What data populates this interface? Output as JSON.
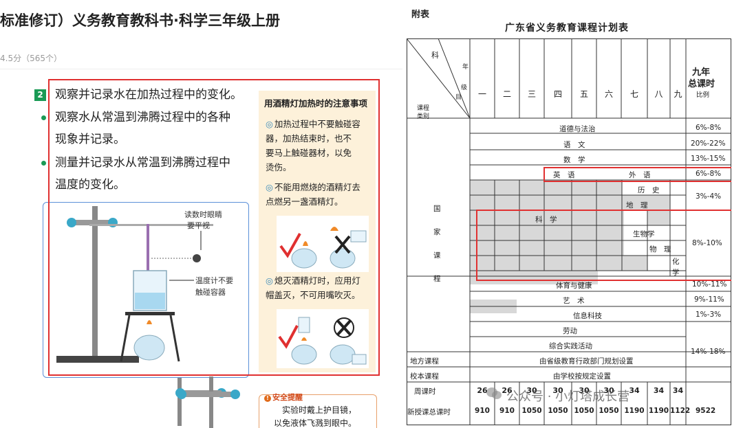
{
  "book": {
    "title": "标准修订）义务教育教科书·科学三年级上册",
    "rating": "4.5分（565个）"
  },
  "lesson": {
    "badge": "2",
    "steps": [
      "观察并记录水在加热过程中的变化。",
      "观察水从常温到沸腾过程中的各种",
      "现象并记录。",
      "测量并记录水从常温到沸腾过程中",
      "温度的变化。"
    ],
    "caption_eye": [
      "读数时眼睛",
      "要平视"
    ],
    "caption_thermo": [
      "温度计不要",
      "触碰容器"
    ]
  },
  "notes": {
    "title": "用酒精灯加热时的注意事项",
    "item1": [
      "加热过程中不要触碰容",
      "器，加热结束时，也不",
      "要马上触碰器材，以免",
      "烫伤。"
    ],
    "item2": [
      "不能用燃烧的酒精灯去",
      "点燃另一盏酒精灯。"
    ],
    "item3": [
      "熄灭酒精灯时，应用灯",
      "帽盖灭，不可用嘴吹灭。"
    ]
  },
  "safety": {
    "title": "安全提醒",
    "text": [
      "实验时戴上护目镜，",
      "以免液体飞溅到眼中。"
    ]
  },
  "annex": {
    "label": "附表",
    "title": "广东省义务教育课程计划表"
  },
  "table": {
    "header_corner": {
      "subject": "科",
      "year1": "年",
      "year2": "级",
      "mu": "目",
      "category1": "课程",
      "category2": "类别"
    },
    "grades": [
      "一",
      "二",
      "三",
      "四",
      "五",
      "六",
      "七",
      "八",
      "九"
    ],
    "total_header": [
      "九年",
      "总课时"
    ],
    "ratio_header": "比例",
    "national_label": [
      "国",
      "家",
      "课",
      "程"
    ],
    "rows": {
      "daode": "道德与法治",
      "yuwen": "语　文",
      "shuxue": "数　学",
      "yingyu": "英　语",
      "waiyu": "外　语",
      "lishi": "历　史",
      "dili": "地　理",
      "kexue": "科　学",
      "shengwu": "生物学",
      "wuli": "物　理",
      "huaxue1": "化",
      "huaxue2": "学",
      "tiyu": "体育与健康",
      "yishu": "艺　术",
      "xinxi": "信息科技",
      "laodong": "劳动",
      "zonghe": "综合实践活动",
      "difang_label": "地方课程",
      "difang": "由省级教育行政部门规划设置",
      "xiaoben_label": "校本课程",
      "xiaoben": "由学校按规定设置",
      "zhou_label": "周课时",
      "xinshou_label": "新授课总课时"
    },
    "ratios": {
      "daode": "6%-8%",
      "yuwen": "20%-22%",
      "shuxue": "13%-15%",
      "waiyu": "6%-8%",
      "lishi_dili": "3%-4%",
      "kexue_group": "8%-10%",
      "tiyu": "10%-11%",
      "yishu": "9%-11%",
      "xinxi": "1%-3%",
      "laodong_group": "14%-18%"
    },
    "weekly": [
      "26",
      "26",
      "30",
      "30",
      "30",
      "30",
      "34",
      "34",
      "34"
    ],
    "totals": [
      "910",
      "910",
      "1050",
      "1050",
      "1050",
      "1050",
      "1190",
      "1190",
      "1122"
    ],
    "grand_total": "9522"
  },
  "watermark": "公众号 · 小灯塔成长营",
  "colors": {
    "highlight": "#e03030",
    "green": "#1a9a55",
    "blue": "#5a8fd8",
    "grey": "#d8d8d8"
  }
}
